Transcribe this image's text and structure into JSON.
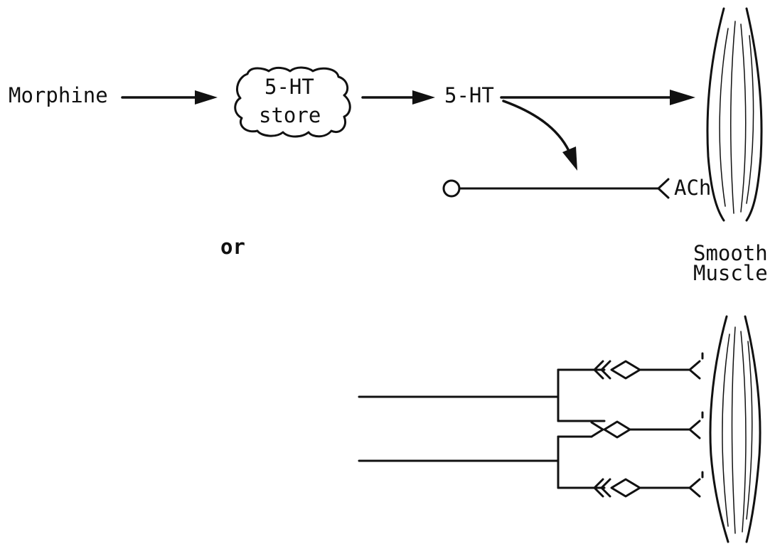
{
  "labels": {
    "morphine": "Morphine",
    "store_line1": "5-HT",
    "store_line2": "store",
    "serotonin": "5-HT",
    "ach": "ACh",
    "or": "or",
    "smooth": "Smooth",
    "muscle": "Muscle"
  },
  "colors": {
    "ink": "#111111",
    "paper": "#ffffff"
  }
}
